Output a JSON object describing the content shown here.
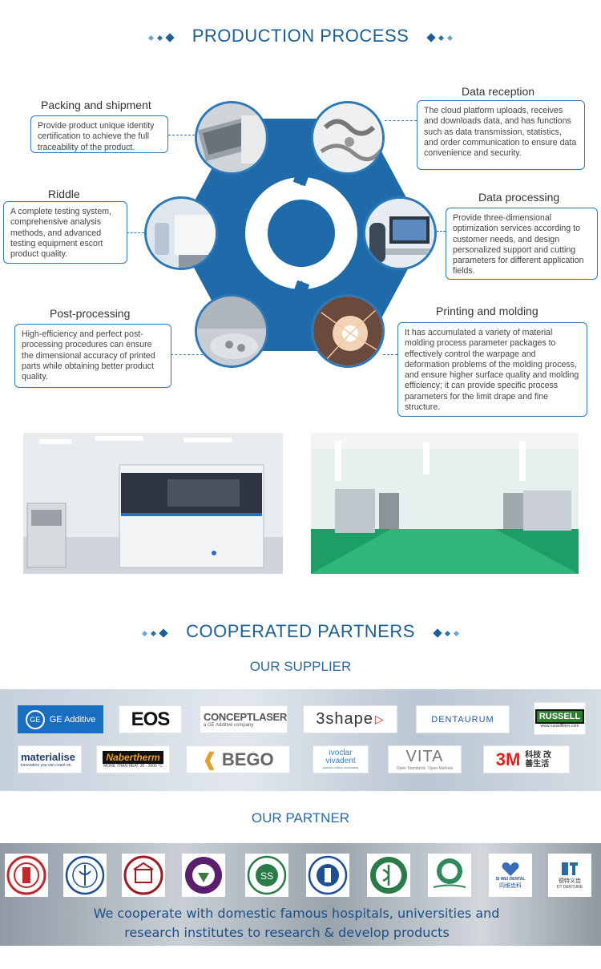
{
  "production": {
    "title": "PRODUCTION PROCESS",
    "steps": [
      {
        "title": "Packing and shipment",
        "text": "Provide product unique identity certification to achieve the full traceability of the product."
      },
      {
        "title": "Data reception",
        "text": "The cloud platform uploads, receives and downloads data, and has functions such as data transmission, statistics, and order communication to ensure data convenience and security."
      },
      {
        "title": "Riddle",
        "text": "A complete testing system, comprehensive analysis methods, and advanced testing equipment escort product quality."
      },
      {
        "title": "Data processing",
        "text": "Provide three-dimensional optimization services according to customer needs, and design personalized support and cutting parameters for different application fields."
      },
      {
        "title": "Post-processing",
        "text": "High-efficiency and perfect post-processing procedures can ensure the dimensional accuracy of printed parts while obtaining better product quality."
      },
      {
        "title": "Printing and molding",
        "text": "It has accumulated a variety of material molding process parameter packages to effectively control the warpage and deformation problems of the molding process, and ensure higher surface quality and molding efficiency; it can provide specific process parameters for the limit drape and fine structure."
      }
    ]
  },
  "partners": {
    "title": "COOPERATED PARTNERS",
    "supplier_heading": "OUR SUPPLIER",
    "partner_heading": "OUR PARTNER",
    "suppliers_row1": [
      "GE Additive",
      "EOS",
      "CONCEPTLASER",
      "3shape",
      "DENTAURUM",
      "RUSSELL"
    ],
    "suppliers_row1_sub": {
      "conceptlaser": "a GE Additive company",
      "russell": "www.russellfinex.com"
    },
    "suppliers_row2": [
      "materialise",
      "Nabertherm",
      "BEGO",
      "ivoclar vivadent",
      "VITA",
      "3M"
    ],
    "suppliers_row2_sub": {
      "materialise": "innovators you can count on",
      "nabertherm": "MORE THAN HEAT  30 - 3000 °C",
      "ivoclar": "passion vision innovation",
      "vita": "Open Standards. Open Markets",
      "3m_cn": "科技 改善生活"
    },
    "partner_logos": [
      "SI WEI DENTAL",
      "DT DENTURE"
    ],
    "partner_logos_cn": {
      "siwei": "四维齿科",
      "dt": "德特义齿"
    },
    "statement_line1": "We cooperate with domestic famous hospitals, universities and",
    "statement_line2": "research institutes to research & develop products"
  },
  "colors": {
    "accent": "#1b5f95",
    "border": "#2c78b8",
    "hex": "#1f6aa8"
  }
}
